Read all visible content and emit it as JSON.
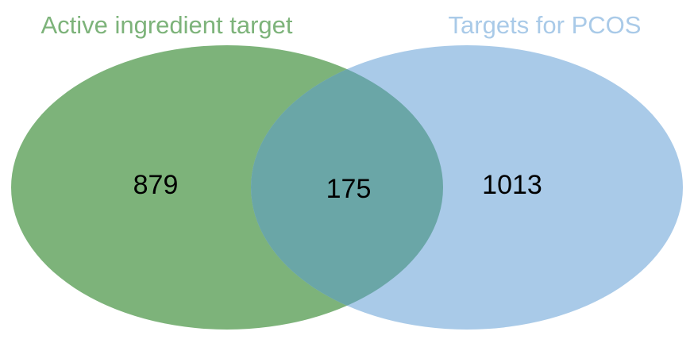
{
  "colors": {
    "set_a": "#7db37a",
    "set_b": "#a9cae8",
    "overlap": "#6aa6a7",
    "text": "#000000"
  },
  "sets": {
    "a": {
      "title": "Active ingredient target",
      "only_count": "879"
    },
    "b": {
      "title": "Targets for PCOS",
      "only_count": "1013"
    },
    "overlap_count": "175"
  }
}
